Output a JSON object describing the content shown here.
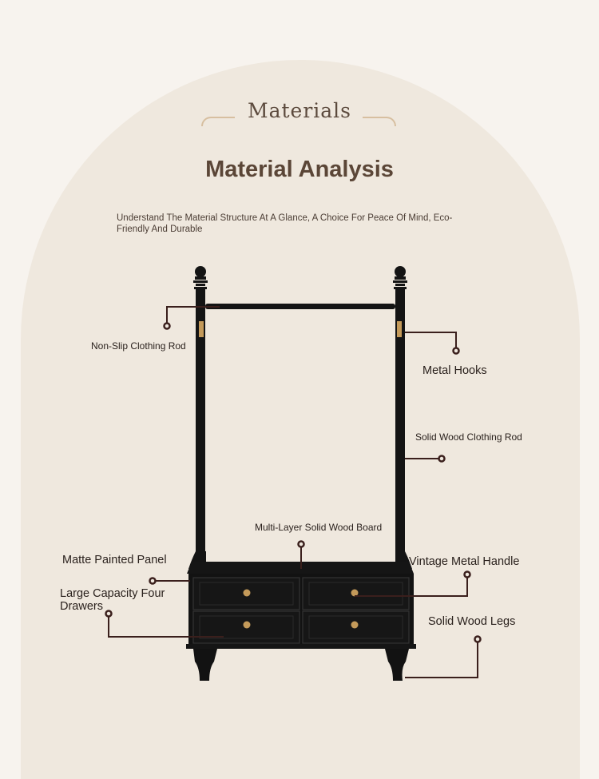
{
  "header": {
    "badge": "Materials",
    "title": "Material Analysis",
    "subtitle": "Understand The Material Structure At A Glance, A Choice For Peace Of Mind, Eco-Friendly And Durable"
  },
  "callouts": {
    "non_slip_rod": "Non-Slip Clothing Rod",
    "metal_hooks": "Metal Hooks",
    "solid_wood_rod": "Solid Wood Clothing Rod",
    "board": "Multi-Layer Solid Wood Board",
    "matte_panel": "Matte Painted Panel",
    "vintage_handle": "Vintage Metal Handle",
    "four_drawers": "Large Capacity Four Drawers",
    "legs": "Solid Wood Legs"
  },
  "colors": {
    "background": "#f7f3ee",
    "arch": "#efe8de",
    "accent_frame": "#d7bfa0",
    "title": "#5b4637",
    "leader": "#3a1f1c",
    "furniture": "#141414",
    "brass": "#c49a5a"
  }
}
